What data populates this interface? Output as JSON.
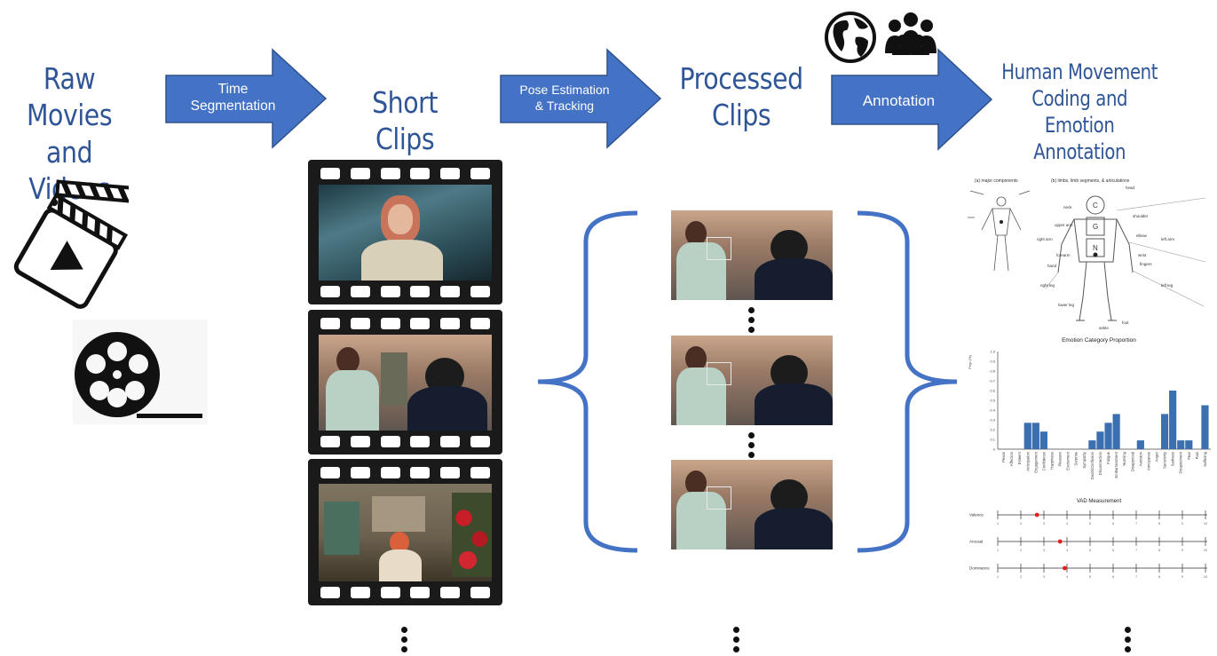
{
  "stages": {
    "raw": "Raw Movies\nand Videos",
    "short": "Short Clips",
    "processed": "Processed\nClips",
    "final": "Human Movement\nCoding and Emotion\nAnnotation"
  },
  "arrows": {
    "time_segmentation": "Time\nSegmentation",
    "pose_estimation": "Pose Estimation\n& Tracking",
    "annotation": "Annotation"
  },
  "icons": {
    "clapperboard": "clapperboard-icon",
    "film_reel": "film-reel-icon",
    "globe": "globe-icon",
    "people": "people-group-icon"
  },
  "annotation_panel": {
    "body_figure": {
      "left_title": "(a) major components",
      "right_title": "(b) limbs, limb segments, & articulations",
      "labels": [
        "head",
        "neck",
        "shoulder",
        "upper arm",
        "elbow",
        "forearm",
        "wrist",
        "hand",
        "fingers",
        "right arm",
        "left arm",
        "right leg",
        "left leg",
        "lower leg",
        "ankle",
        "foot"
      ],
      "segment_letters": [
        "C",
        "G",
        "N"
      ]
    },
    "emotion_chart": {
      "title": "Emotion Category Proportion",
      "ylabel": "Prop (%)"
    },
    "vad": {
      "title": "VAD Measurement",
      "rows": [
        "Valence",
        "Arousal",
        "Dominance"
      ]
    }
  },
  "chart_data": {
    "type": "bar",
    "title": "Emotion Category Proportion",
    "ylabel": "Prop (%)",
    "ylim": [
      0,
      1.0
    ],
    "yticks": [
      "0",
      "0.1",
      "0.2",
      "0.3",
      "0.4",
      "0.5",
      "0.6",
      "0.7",
      "0.8",
      "0.9",
      "1.0"
    ],
    "categories": [
      "Peace",
      "Affection",
      "Esteem",
      "Anticipation",
      "Engagement",
      "Confidence",
      "Happiness",
      "Pleasure",
      "Excitement",
      "Surprise",
      "Sympathy",
      "Doubt/Confusion",
      "Disconnection",
      "Fatigue",
      "Embarrassment",
      "Yearning",
      "Disapproval",
      "Aversion",
      "Annoyance",
      "Anger",
      "Sensitivity",
      "Sadness",
      "Disquietment",
      "Fear",
      "Pain",
      "Suffering"
    ],
    "values": [
      0,
      0,
      0,
      0.27,
      0.27,
      0.18,
      0,
      0,
      0,
      0,
      0,
      0.09,
      0.18,
      0.27,
      0.36,
      0,
      0,
      0.09,
      0,
      0,
      0.36,
      0.6,
      0.09,
      0.09,
      0,
      0.45
    ]
  },
  "vad_data": {
    "scale": [
      "1",
      "2",
      "3",
      "4",
      "5",
      "6",
      "7",
      "8",
      "9",
      "10"
    ],
    "values": [
      2.7,
      3.7,
      3.9
    ]
  },
  "colors": {
    "arrow_fill": "#4472c4",
    "arrow_stroke": "#2f528f",
    "title_blue": "#2f5597",
    "bracket_blue": "#4472c4",
    "bar_blue": "#3b6fb0",
    "vad_dot": "#e02020"
  }
}
